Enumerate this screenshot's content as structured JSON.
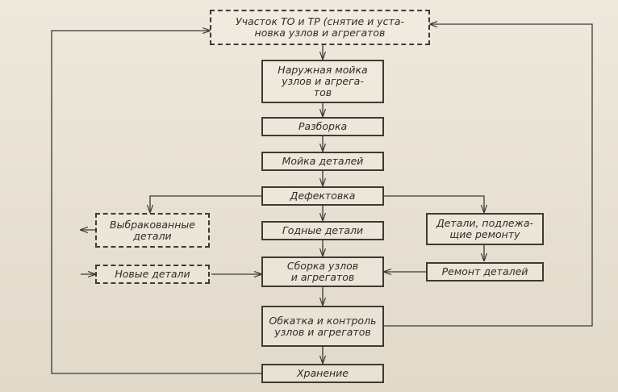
{
  "diagram": {
    "nodes": {
      "uchastok": "Участок ТО и ТР (снятие и уста-\nновка узлов и агрегатов",
      "naruzhnaya_moika": "Наружная мойка\nузлов и агрега-\nтов",
      "razborka": "Разборка",
      "moika_detalei": "Мойка деталей",
      "defektovka": "Дефектовка",
      "vybrakovannye": "Выбракованные\nдетали",
      "godnye": "Годные детали",
      "detali_remont": "Детали, подлежа-\nщие ремонту",
      "novye": "Новые детали",
      "sborka": "Сборка узлов\nи агрегатов",
      "remont_detalei": "Ремонт деталей",
      "obkatka": "Обкатка и контроль\nузлов и агрегатов",
      "hranenie": "Хранение"
    },
    "line_color": "#3d3a36",
    "background_color": "#ece5d8"
  }
}
